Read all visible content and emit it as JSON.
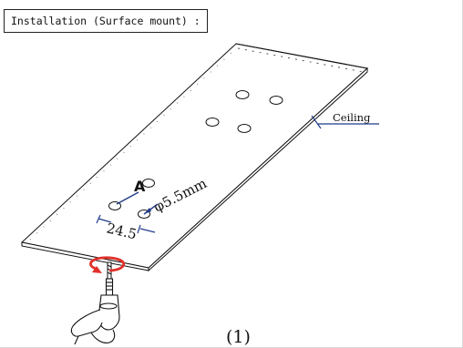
{
  "title": "Installation (Surface mount) :",
  "labels": {
    "ceiling": "Ceiling",
    "point_a": "A",
    "hole_diameter": "φ5.5mm",
    "spacing": "24.5",
    "step": "(1)"
  },
  "colors": {
    "outline": "#111111",
    "annotation_blue": "#1f3a8a",
    "rotation_red": "#e0302a"
  },
  "icons": [
    "rotation-arrow-icon",
    "power-drill-icon"
  ]
}
